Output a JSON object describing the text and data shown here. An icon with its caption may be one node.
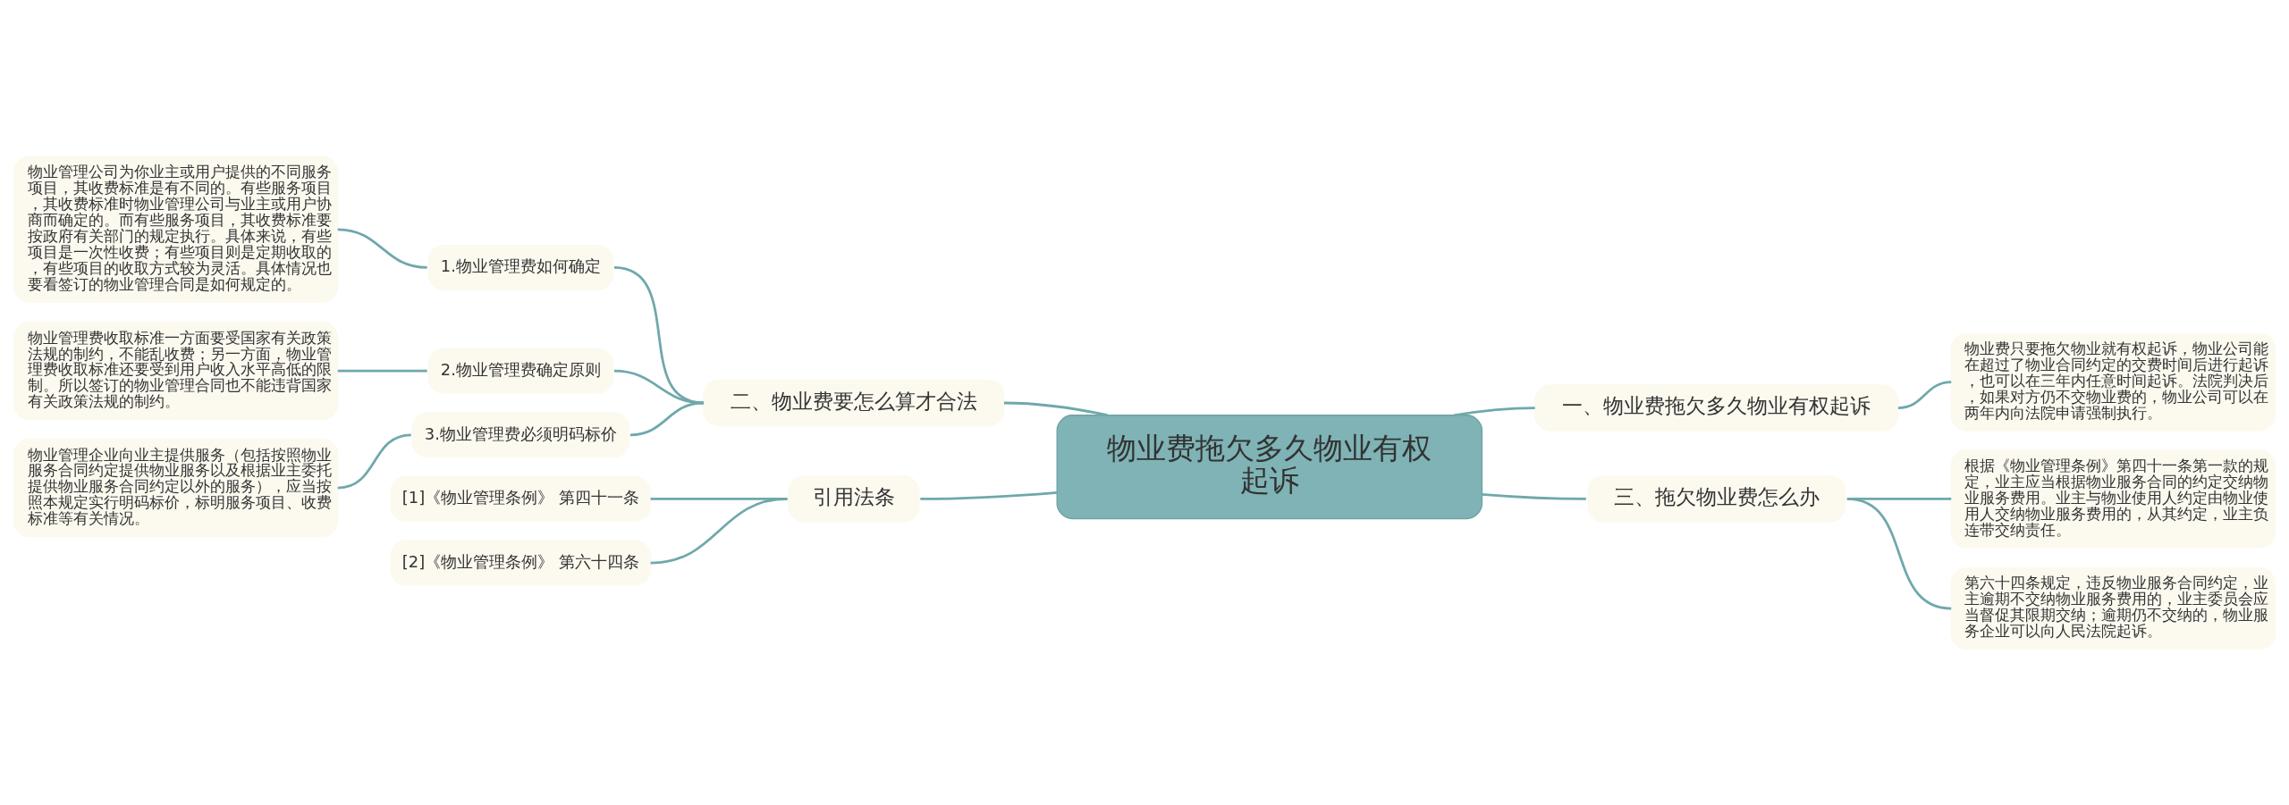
{
  "diagram": {
    "nodes": [
      {
        "text": [
          "物业费拖欠多久物业有权起诉"
        ]
      },
      {
        "text": [
          "一、物业费拖欠多久物业有权起诉"
        ]
      },
      {
        "text": [
          "物业费只要拖欠物业就有权起诉，物业公司能在超过了物业合同约定的交费时间后进行起诉，也可以在三年内任意时间起诉。法院判决后，如果对方仍不交物业费的，物业公司可以在两年内向法院申请强制执行。"
        ]
      },
      {
        "text": [
          "二、物业费要怎么算才合法"
        ]
      },
      {
        "text": [
          "1.物业管理费如何确定"
        ]
      },
      {
        "text": [
          "物业管理公司为你业主或用户提供的不同服务项目，其收费标准是有不同的。有些服务项目，其收费标准时物业管理公司与业主或用户协商而确定的。而有些服务项目，其收费标准要按政府有关部门的规定执行。具体来说，有些项目是一次性收费；有些项目则是定期收取的，有些项目的收取方式较为灵活。具体情况也要看签订的物业管理合同是如何规定的。"
        ]
      },
      {
        "text": [
          "2.物业管理费确定原则"
        ]
      },
      {
        "text": [
          "物业管理费收取标准一方面要受国家有关政策法规的制约，不能乱收费；另一方面，物业管理费收取标准还要受到用户收入水平高低的限制。所以签订的物业管理合同也不能违背国家有关政策法规的制约。"
        ]
      },
      {
        "text": [
          "3.物业管理费必须明码标价"
        ]
      },
      {
        "text": [
          "物业管理企业向业主提供服务（包括按照物业服务合同约定提供物业服务以及根据业主委托提供物业服务合同约定以外的服务），应当按照本规定实行明码标价，标明服务项目、收费标准等有关情况。"
        ]
      },
      {
        "text": [
          "三、拖欠物业费怎么办"
        ]
      },
      {
        "text": [
          "根据《物业管理条例》第四十一条第一款的规定，业主应当根据物业服务合同的约定交纳物业服务费用。业主与物业使用人约定由物业使用人交纳物业服务费用的，从其约定，业主负连带交纳责任。"
        ]
      },
      {
        "text": [
          "第六十四条规定，违反物业服务合同约定，业主逾期不交纳物业服务费用的，业主委员会应当督促其限期交纳；逾期仍不交纳的，物业服务企业可以向人民法院起诉。"
        ]
      },
      {
        "text": [
          "引用法条"
        ]
      },
      {
        "text": [
          "[1]《物业管理条例》 第四十一条"
        ]
      },
      {
        "text": [
          "[2]《物业管理条例》 第六十四条"
        ]
      }
    ],
    "edges": [
      {
        "from": 0,
        "to": 1,
        "arrow": "none"
      },
      {
        "from": 1,
        "to": 2,
        "arrow": "none"
      },
      {
        "from": 3,
        "to": 0,
        "arrow": "none"
      },
      {
        "from": 5,
        "to": 4,
        "arrow": "none"
      },
      {
        "from": 4,
        "to": 3,
        "arrow": "none"
      },
      {
        "from": 7,
        "to": 6,
        "arrow": "none"
      },
      {
        "from": 6,
        "to": 3,
        "arrow": "none"
      },
      {
        "from": 9,
        "to": 8,
        "arrow": "none"
      },
      {
        "from": 8,
        "to": 3,
        "arrow": "none"
      },
      {
        "from": 0,
        "to": 10,
        "arrow": "none"
      },
      {
        "from": 10,
        "to": 11,
        "arrow": "none"
      },
      {
        "from": 10,
        "to": 12,
        "arrow": "none"
      },
      {
        "from": 13,
        "to": 0,
        "arrow": "none"
      },
      {
        "from": 14,
        "to": 13,
        "arrow": "none"
      },
      {
        "from": 15,
        "to": 13,
        "arrow": "none"
      }
    ]
  }
}
